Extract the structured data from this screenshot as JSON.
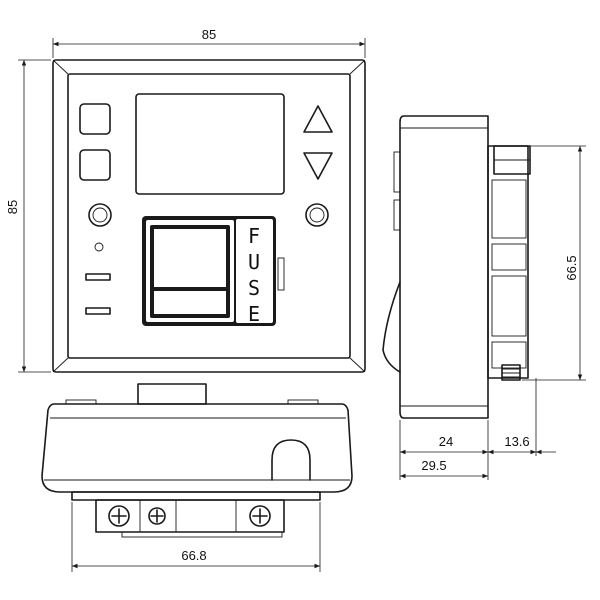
{
  "dimensions": {
    "front_width": "85",
    "front_height": "85",
    "side_height": "66.5",
    "side_depth_inner": "24",
    "side_depth_plug": "13.6",
    "side_depth_total": "29.5",
    "bottom_width": "66.8"
  },
  "fuse_letters": [
    "F",
    "U",
    "S",
    "E"
  ]
}
